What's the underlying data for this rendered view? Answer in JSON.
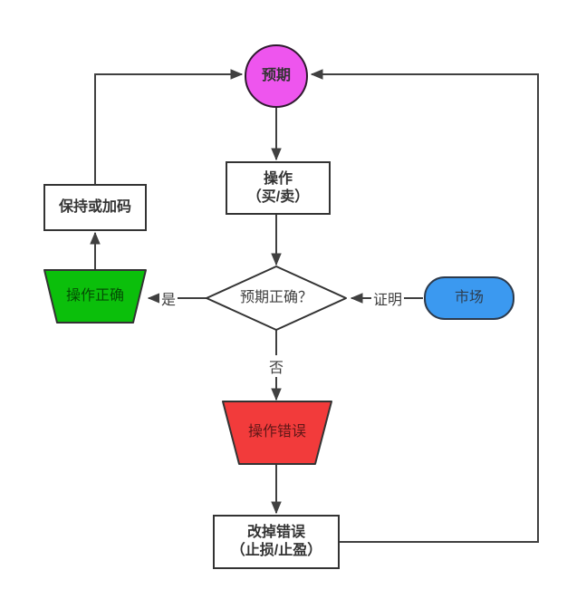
{
  "nodes": {
    "expectation": {
      "label": "预期",
      "fill": "#ee55ee"
    },
    "operation": {
      "line1": "操作",
      "line2": "（买/卖）"
    },
    "hold": {
      "label": "保持或加码"
    },
    "correct_op": {
      "label": "操作正确",
      "fill": "#0bbf0b"
    },
    "decision": {
      "label": "预期正确？"
    },
    "market": {
      "label": "市场",
      "fill": "#3b99f0"
    },
    "wrong_op": {
      "label": "操作错误",
      "fill": "#f23b3b"
    },
    "fix": {
      "line1": "改掉错误",
      "line2": "（止损/止盈）"
    }
  },
  "edge_labels": {
    "yes": "是",
    "no": "否",
    "prove": "证明"
  },
  "colors": {
    "line": "#404040",
    "node_border": "#333333",
    "text": "#333333"
  }
}
